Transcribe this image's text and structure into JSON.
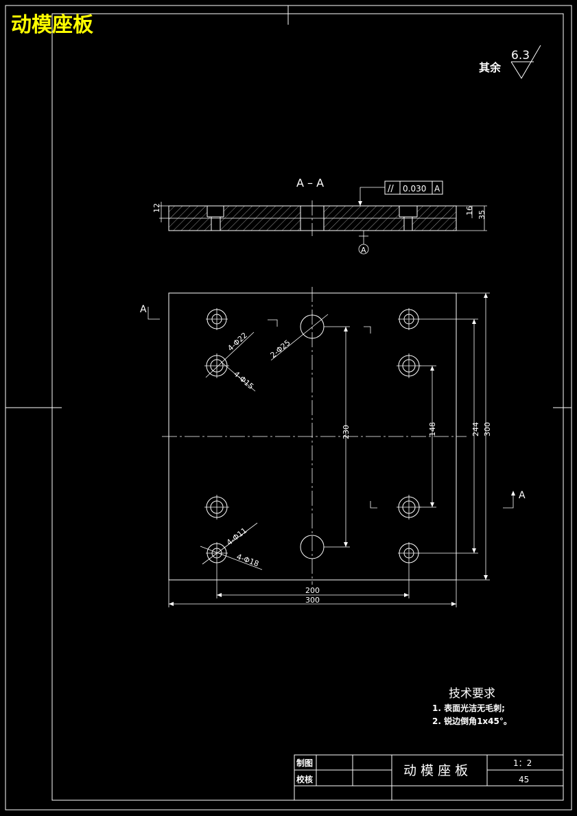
{
  "title": "动模座板",
  "surface_finish": {
    "label": "其余",
    "value": "6.3"
  },
  "section": {
    "label": "A – A",
    "datum": "A"
  },
  "tolerance_frame": {
    "symbol": "//",
    "value": "0.030",
    "datum": "A"
  },
  "section_markers": {
    "left": "A",
    "right": "A"
  },
  "dimensions": {
    "side_12": "12",
    "side_16": "16",
    "side_35": "35",
    "d230": "230",
    "d148": "148",
    "d244": "244",
    "d300v": "300",
    "d200": "200",
    "d300h": "300"
  },
  "hole_callouts": {
    "h4_22": "4-Φ22",
    "h4_15": "4-Φ15",
    "h2_25": "2-Φ25",
    "h4_11": "4-Φ11",
    "h4_18": "4-Φ18"
  },
  "tech_requirements": {
    "heading": "技术要求",
    "items": [
      "1.  表面光洁无毛刺;",
      "2.  锐边倒角1x45°。"
    ]
  },
  "title_block": {
    "drawn_label": "制图",
    "checked_label": "校核",
    "part_name": "动 模 座 板",
    "scale": "1：2",
    "material": "45"
  },
  "colors": {
    "background": "#000000",
    "lines": "#ffffff",
    "title": "#ffff00"
  }
}
